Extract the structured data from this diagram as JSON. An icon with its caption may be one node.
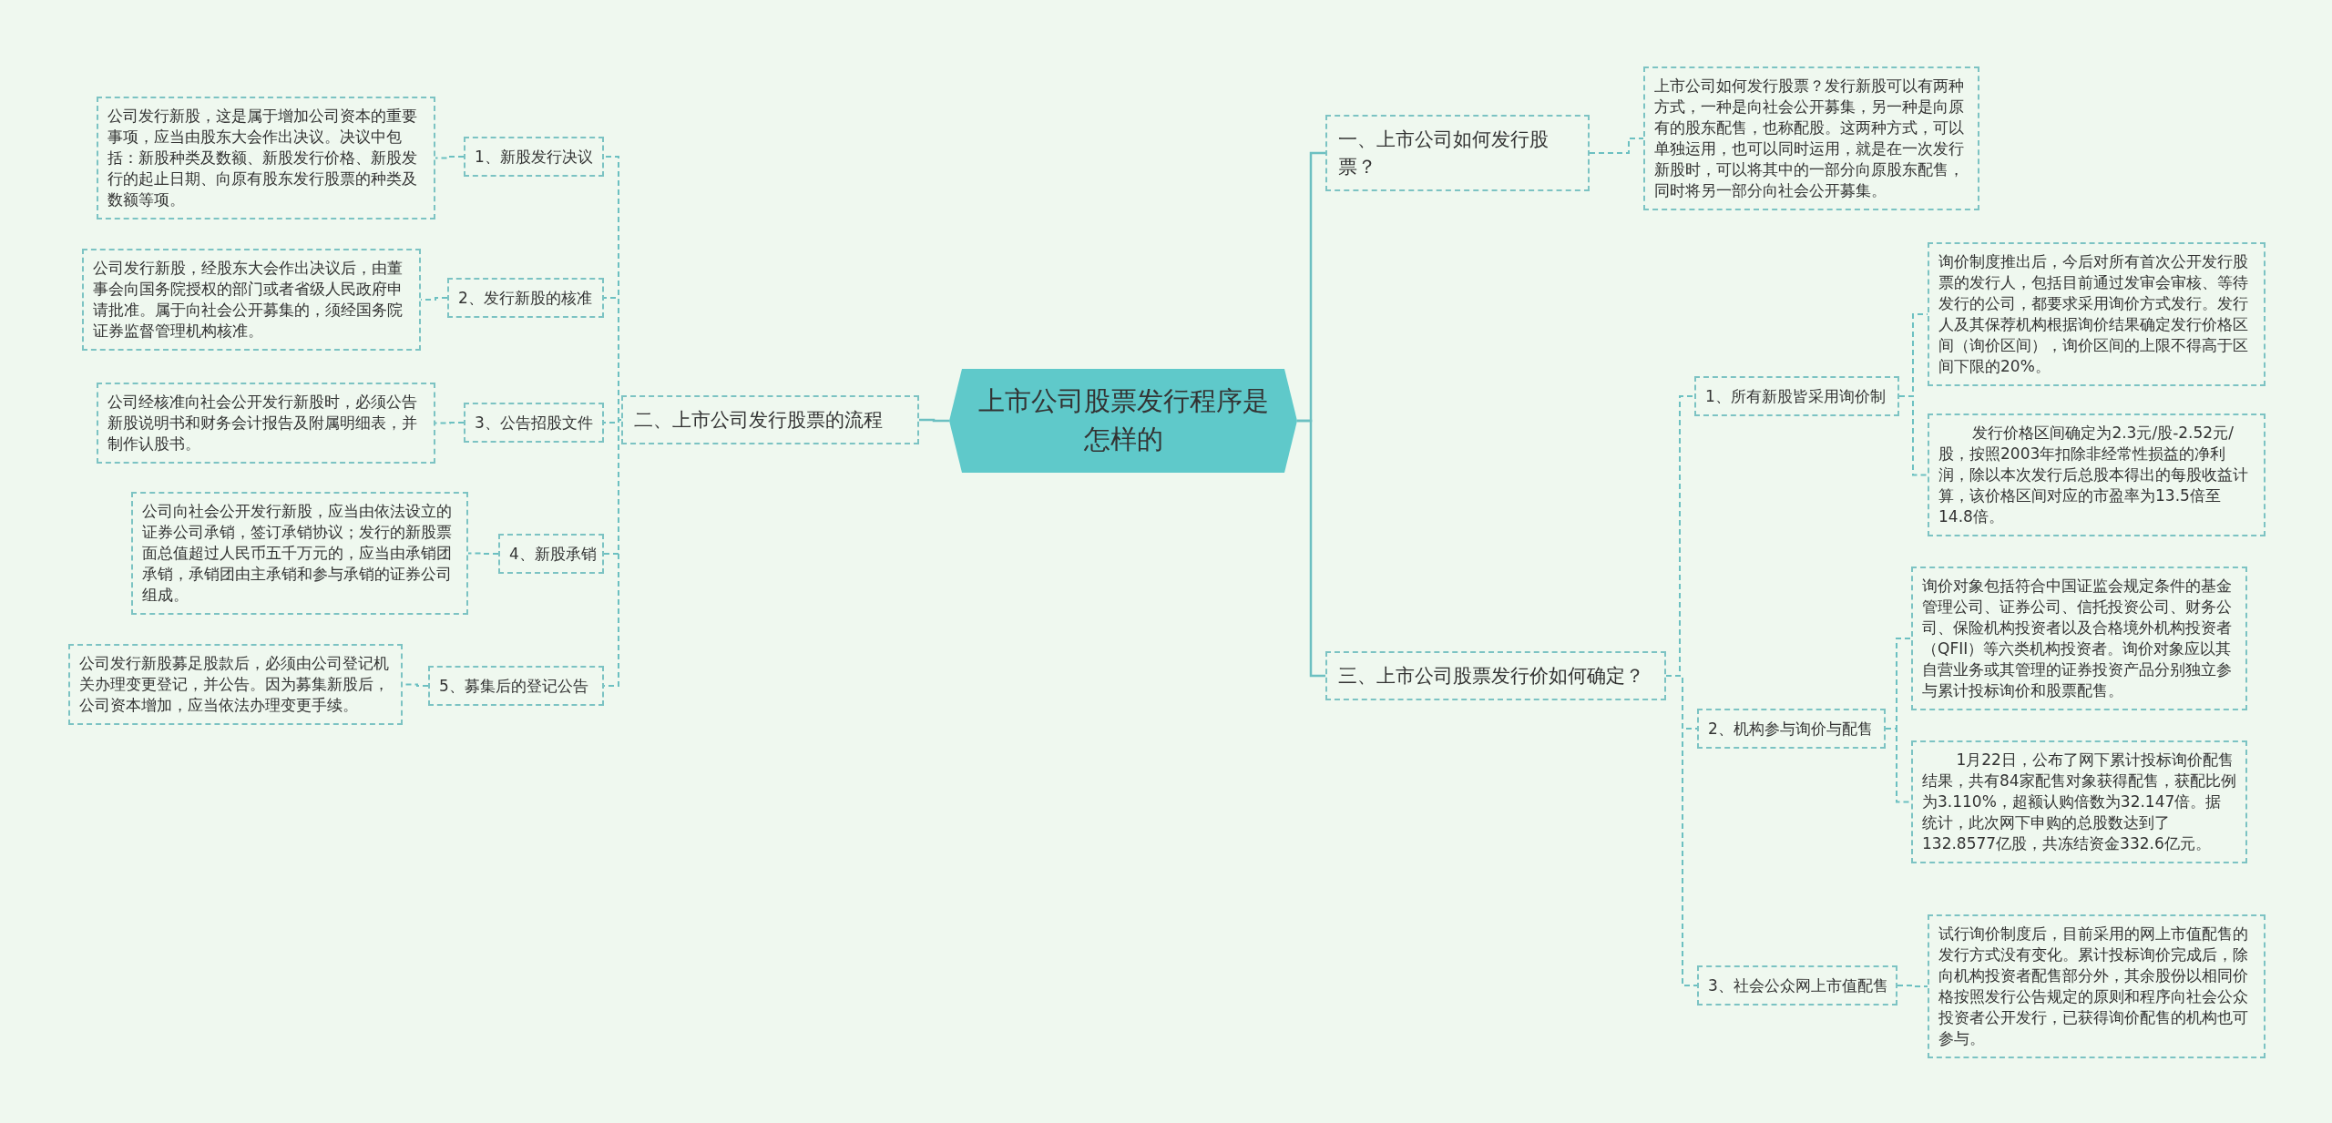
{
  "diagram": {
    "nodes": [
      {
        "text": [
          "上市公司股票发行程序是怎样的"
        ]
      },
      {
        "text": [
          "二、上市公司发行股票的流程"
        ]
      },
      {
        "text": [
          "1、新股发行决议"
        ]
      },
      {
        "text": [
          "公司发行新股，这是属于增加公司资本的重要事项，应当由股东大会作出决议。决议中包括：新股种类及数额、新股发行价格、新股发行的起止日期、向原有股东发行股票的种类及数额等项。"
        ]
      },
      {
        "text": [
          "2、发行新股的核准"
        ]
      },
      {
        "text": [
          "公司发行新股，经股东大会作出决议后，由董事会向国务院授权的部门或者省级人民政府申请批准。属于向社会公开募集的，须经国务院证券监督管理机构核准。"
        ]
      },
      {
        "text": [
          "3、公告招股文件"
        ]
      },
      {
        "text": [
          "公司经核准向社会公开发行新股时，必须公告新股说明书和财务会计报告及附属明细表，并制作认股书。"
        ]
      },
      {
        "text": [
          "4、新股承销"
        ]
      },
      {
        "text": [
          "公司向社会公开发行新股，应当由依法设立的证券公司承销，签订承销协议；发行的新股票面总值超过人民币五千万元的，应当由承销团承销，承销团由主承销和参与承销的证券公司组成。"
        ]
      },
      {
        "text": [
          "5、募集后的登记公告"
        ]
      },
      {
        "text": [
          "公司发行新股募足股款后，必须由公司登记机关办理变更登记，并公告。因为募集新股后，公司资本增加，应当依法办理变更手续。"
        ]
      },
      {
        "text": [
          "一、上市公司如何发行股票？"
        ]
      },
      {
        "text": [
          "上市公司如何发行股票？发行新股可以有两种方式，一种是向社会公开募集，另一种是向原有的股东配售，也称配股。这两种方式，可以单独运用，也可以同时运用，就是在一次发行新股时，可以将其中的一部分向原股东配售，同时将另一部分向社会公开募集。"
        ]
      },
      {
        "text": [
          "三、上市公司股票发行价如何确定？"
        ]
      },
      {
        "text": [
          "1、所有新股皆采用询价制"
        ]
      },
      {
        "text": [
          "询价制度推出后，今后对所有首次公开发行股票的发行人，包括目前通过发审会审核、等待发行的公司，都要求采用询价方式发行。发行人及其保荐机构根据询价结果确定发行价格区间（询价区间），询价区间的上限不得高于区间下限的20%。"
        ]
      },
      {
        "text": [
          "发行价格区间确定为2.3元/股-2.52元/股，按照2003年扣除非经常性损益的净利润，除以本次发行后总股本得出的每股收益计算，该价格区间对应的市盈率为13.5倍至14.8倍。"
        ]
      },
      {
        "text": [
          "2、机构参与询价与配售"
        ]
      },
      {
        "text": [
          "询价对象包括符合中国证监会规定条件的基金管理公司、证券公司、信托投资公司、财务公司、保险机构投资者以及合格境外机构投资者（QFII）等六类机构投资者。询价对象应以其自营业务或其管理的证券投资产品分别独立参与累计投标询价和股票配售。"
        ]
      },
      {
        "text": [
          "1月22日，公布了网下累计投标询价配售结果，共有84家配售对象获得配售，获配比例为3.110%，超额认购倍数为32.147倍。据统计，此次网下申购的总股数达到了132.8577亿股，共冻结资金332.6亿元。"
        ]
      },
      {
        "text": [
          "3、社会公众网上市值配售"
        ]
      },
      {
        "text": [
          "试行询价制度后，目前采用的网上市值配售的发行方式没有变化。累计投标询价完成后，除向机构投资者配售部分外，其余股份以相同价格按照发行公告规定的原则和程序向社会公众投资者公开发行，已获得询价配售的机构也可参与。"
        ]
      }
    ],
    "edges": [
      {
        "from": 0,
        "to": 1,
        "arrow": "none"
      },
      {
        "from": 1,
        "to": 2,
        "arrow": "none",
        "style": "dashed"
      },
      {
        "from": 2,
        "to": 3,
        "arrow": "none",
        "style": "dashed"
      },
      {
        "from": 1,
        "to": 4,
        "arrow": "none",
        "style": "dashed"
      },
      {
        "from": 4,
        "to": 5,
        "arrow": "none",
        "style": "dashed"
      },
      {
        "from": 1,
        "to": 6,
        "arrow": "none",
        "style": "dashed"
      },
      {
        "from": 6,
        "to": 7,
        "arrow": "none",
        "style": "dashed"
      },
      {
        "from": 1,
        "to": 8,
        "arrow": "none",
        "style": "dashed"
      },
      {
        "from": 8,
        "to": 9,
        "arrow": "none",
        "style": "dashed"
      },
      {
        "from": 1,
        "to": 10,
        "arrow": "none",
        "style": "dashed"
      },
      {
        "from": 10,
        "to": 11,
        "arrow": "none",
        "style": "dashed"
      },
      {
        "from": 0,
        "to": 12,
        "arrow": "none"
      },
      {
        "from": 12,
        "to": 13,
        "arrow": "none",
        "style": "dashed"
      },
      {
        "from": 0,
        "to": 14,
        "arrow": "none"
      },
      {
        "from": 14,
        "to": 15,
        "arrow": "none",
        "style": "dashed"
      },
      {
        "from": 15,
        "to": 16,
        "arrow": "none",
        "style": "dashed"
      },
      {
        "from": 15,
        "to": 17,
        "arrow": "none",
        "style": "dashed"
      },
      {
        "from": 14,
        "to": 18,
        "arrow": "none",
        "style": "dashed"
      },
      {
        "from": 18,
        "to": 19,
        "arrow": "none",
        "style": "dashed"
      },
      {
        "from": 18,
        "to": 20,
        "arrow": "none",
        "style": "dashed"
      },
      {
        "from": 14,
        "to": 21,
        "arrow": "none",
        "style": "dashed"
      },
      {
        "from": 21,
        "to": 22,
        "arrow": "none",
        "style": "dashed"
      }
    ]
  }
}
